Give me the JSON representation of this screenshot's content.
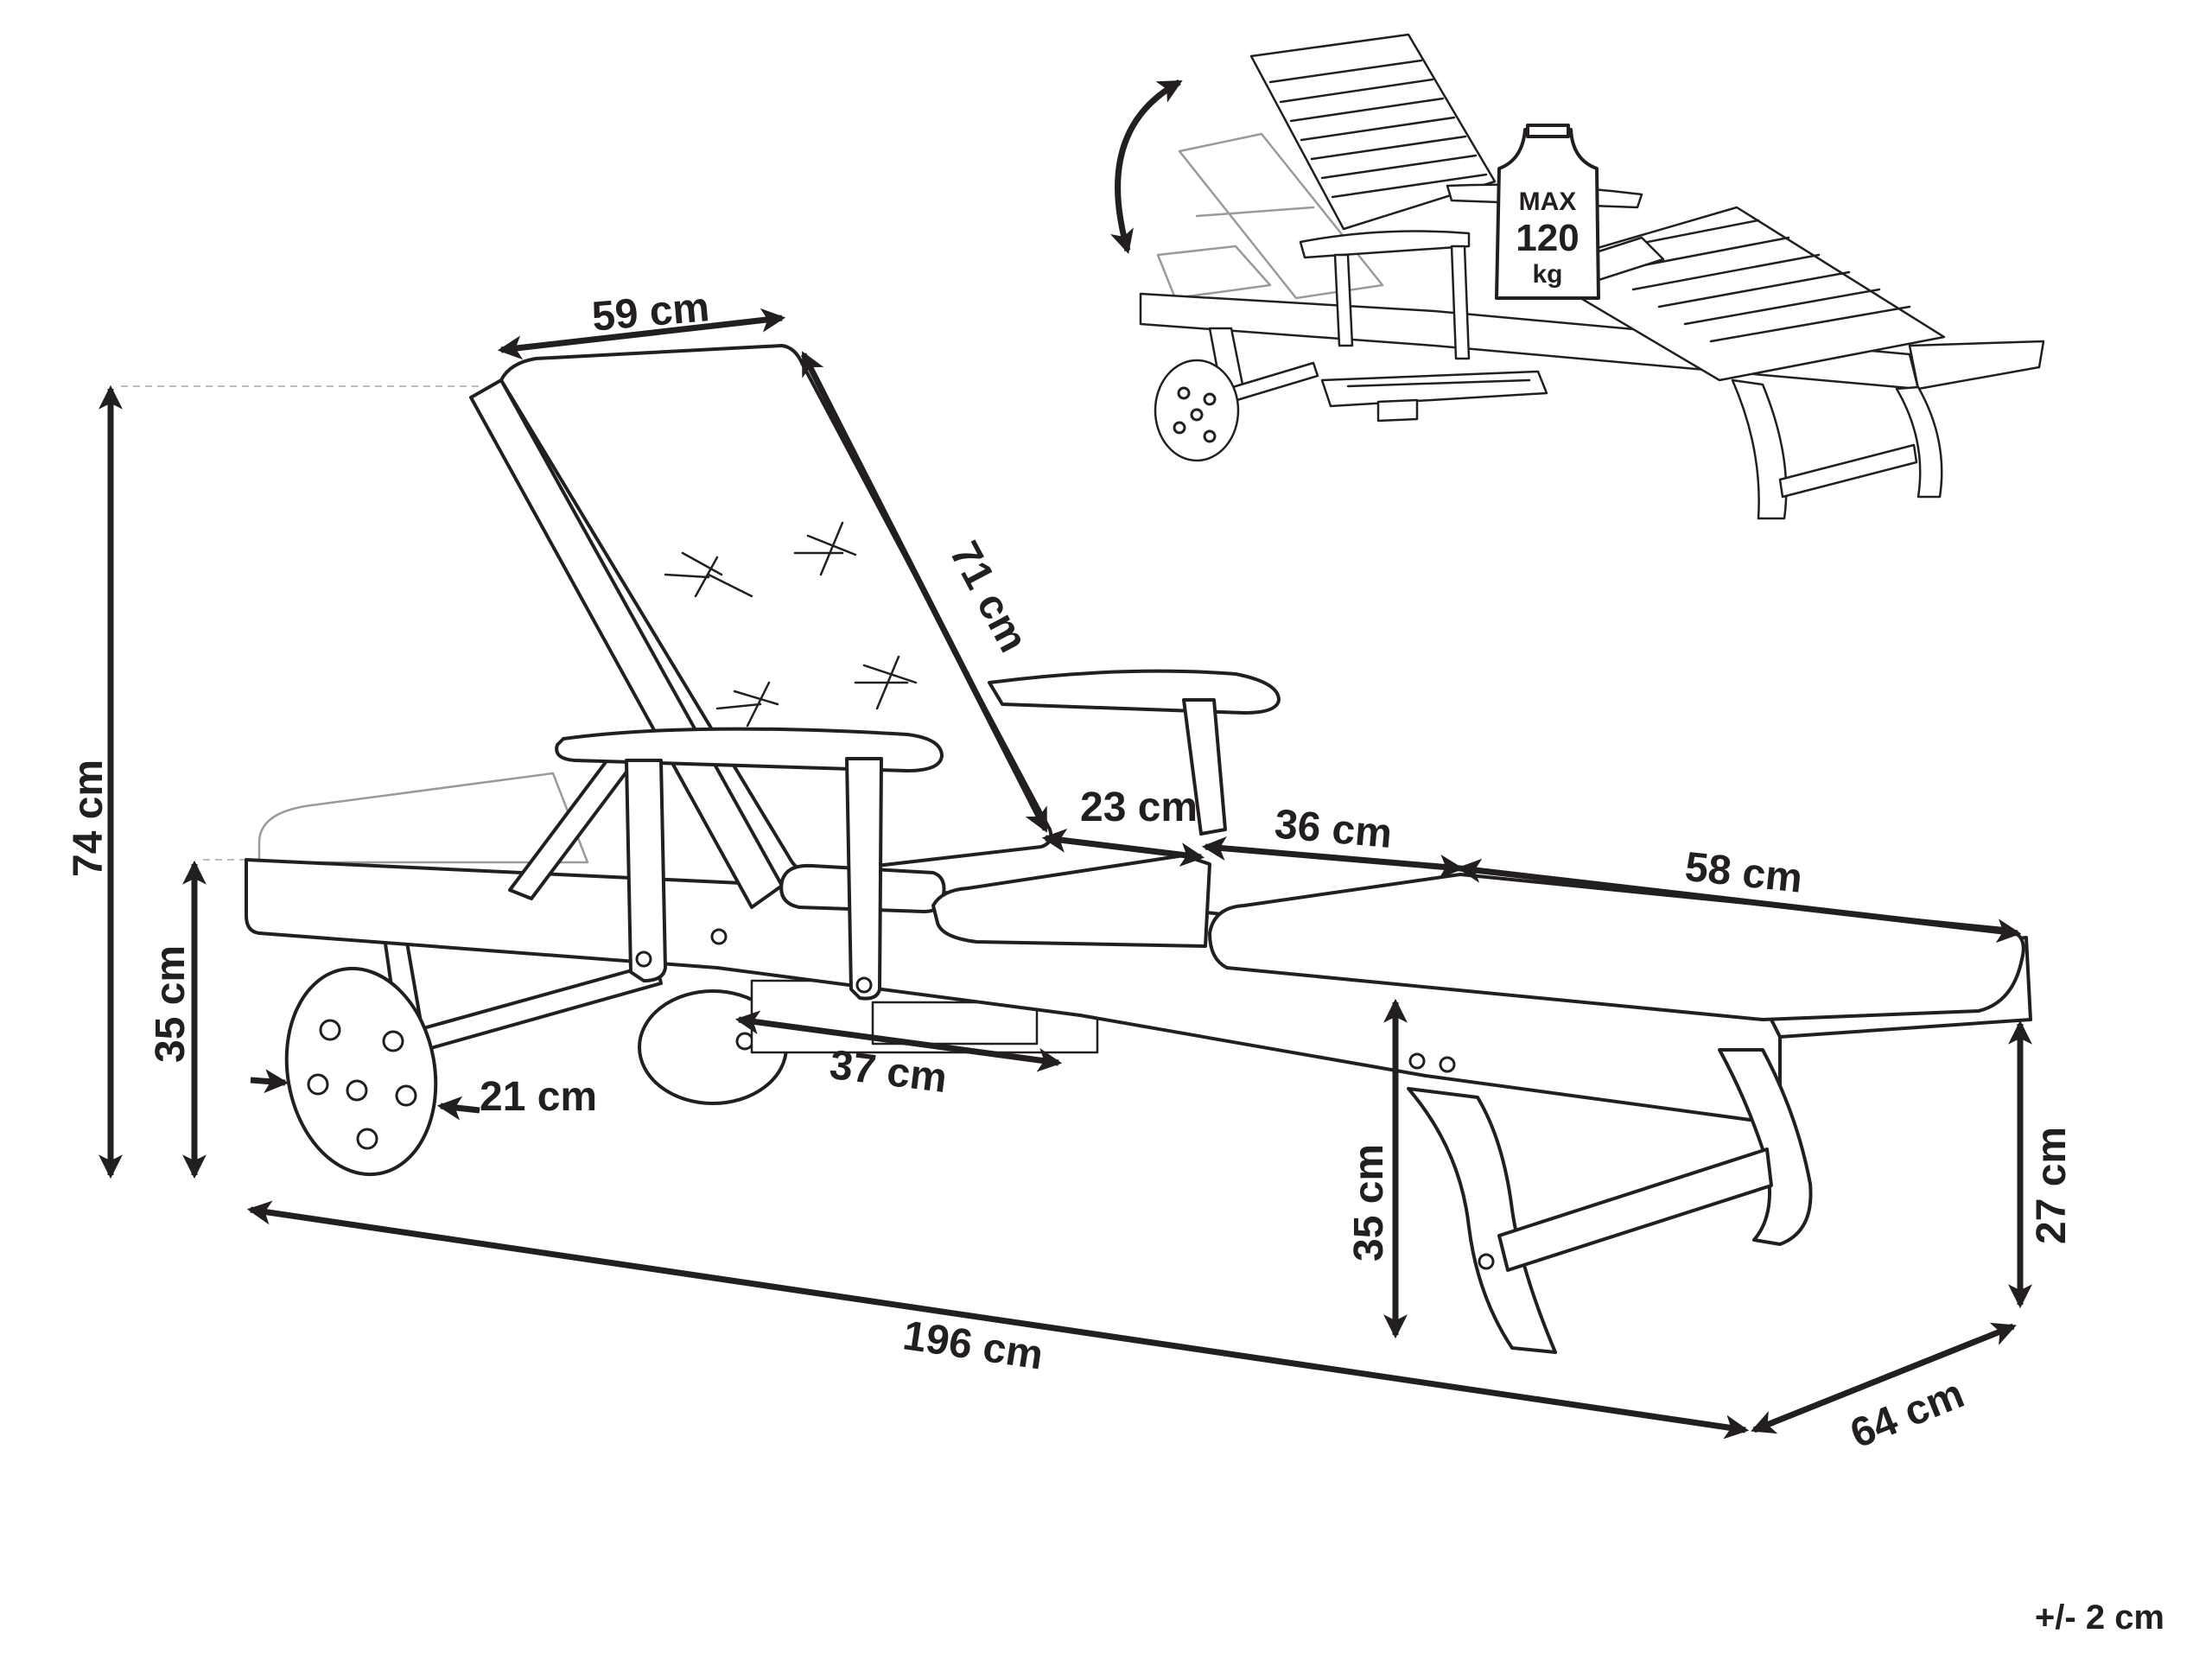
{
  "dimensions": {
    "backrest_width": "59 cm",
    "backrest_length": "71 cm",
    "overall_height": "74 cm",
    "wheel_side_height": "35 cm",
    "wheel_diameter": "21 cm",
    "tray_length": "37 cm",
    "seat_section": "23 cm",
    "middle_section": "36 cm",
    "foot_section": "58 cm",
    "leg_height": "35 cm",
    "foot_end_height": "27 cm",
    "overall_length": "196 cm",
    "overall_width": "64 cm"
  },
  "max_load": {
    "line1": "MAX",
    "line2": "120",
    "line3": "kg"
  },
  "tolerance": "+/- 2 cm"
}
